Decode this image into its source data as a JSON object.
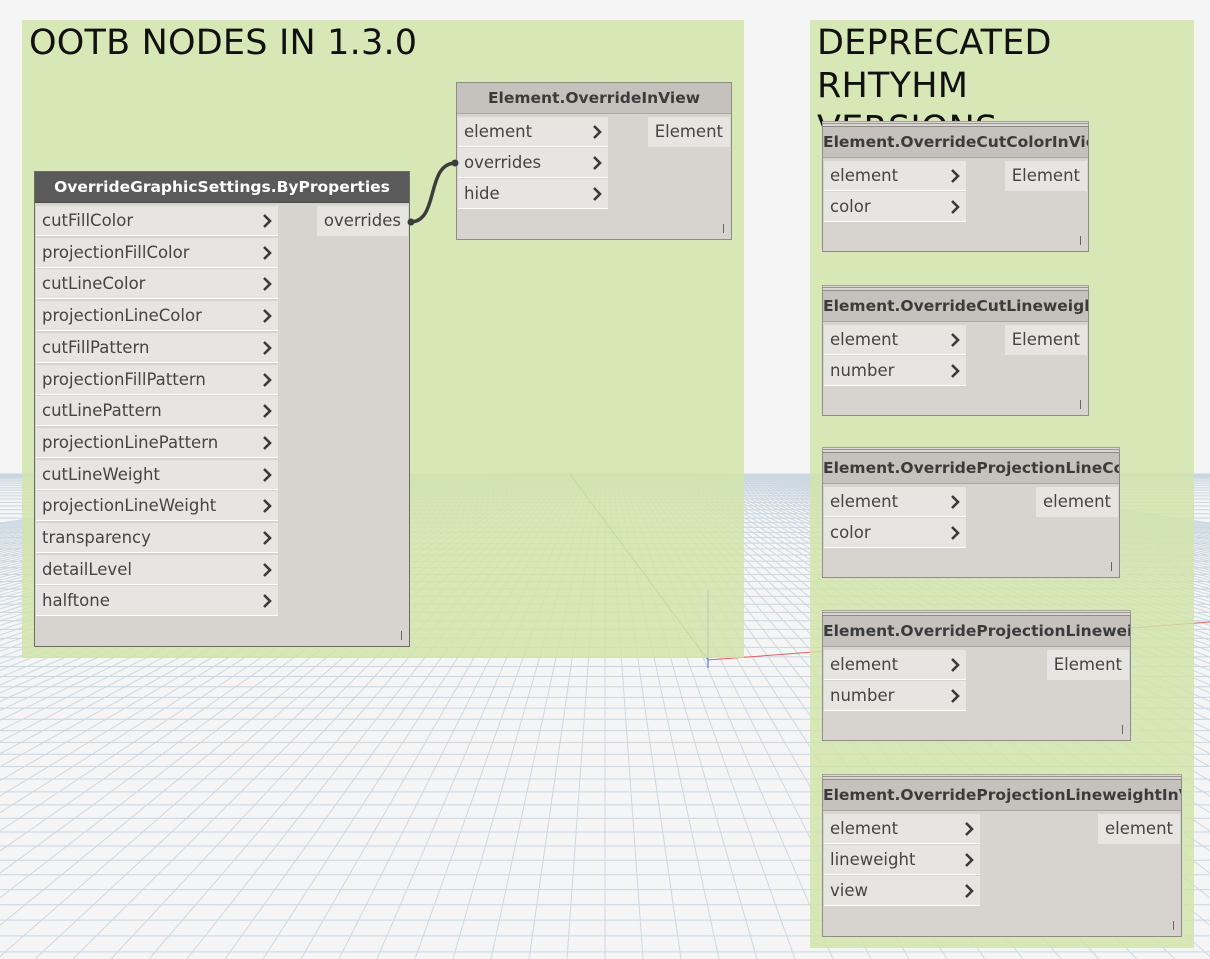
{
  "groups": {
    "ootb": {
      "title": "OOTB NODES IN 1.3.0"
    },
    "deprecated": {
      "title": "DEPRECATED RHTYHM\nVERSIONS"
    }
  },
  "nodes": {
    "override_in_view": {
      "title": "Element.OverrideInView",
      "inputs": [
        "element",
        "overrides",
        "hide"
      ],
      "output": "Element"
    },
    "by_properties": {
      "title": "OverrideGraphicSettings.ByProperties",
      "inputs": [
        "cutFillColor",
        "projectionFillColor",
        "cutLineColor",
        "projectionLineColor",
        "cutFillPattern",
        "projectionFillPattern",
        "cutLinePattern",
        "projectionLinePattern",
        "cutLineWeight",
        "projectionLineWeight",
        "transparency",
        "detailLevel",
        "halftone"
      ],
      "output": "overrides"
    },
    "cut_color": {
      "title": "Element.OverrideCutColorInView",
      "inputs": [
        "element",
        "color"
      ],
      "output": "Element"
    },
    "cut_lineweight": {
      "title": "Element.OverrideCutLineweight",
      "inputs": [
        "element",
        "number"
      ],
      "output": "Element"
    },
    "proj_line_color": {
      "title": "Element.OverrideProjectionLineColor",
      "inputs": [
        "element",
        "color"
      ],
      "output": "element"
    },
    "proj_lineweight": {
      "title": "Element.OverrideProjectionLineweight",
      "inputs": [
        "element",
        "number"
      ],
      "output": "Element"
    },
    "proj_lineweight_in_view": {
      "title": "Element.OverrideProjectionLineweightInView",
      "inputs": [
        "element",
        "lineweight",
        "view"
      ],
      "output": "element"
    }
  },
  "colors": {
    "group_fill": "#d2e4a8",
    "node_body": "#d7d4cf",
    "node_header": "#c5c2bd",
    "node_header_selected": "#5a5a5a",
    "port": "#e7e5e2",
    "wire": "#3c3c3c"
  },
  "icons": {
    "port_chevron": "chevron-right-icon"
  }
}
